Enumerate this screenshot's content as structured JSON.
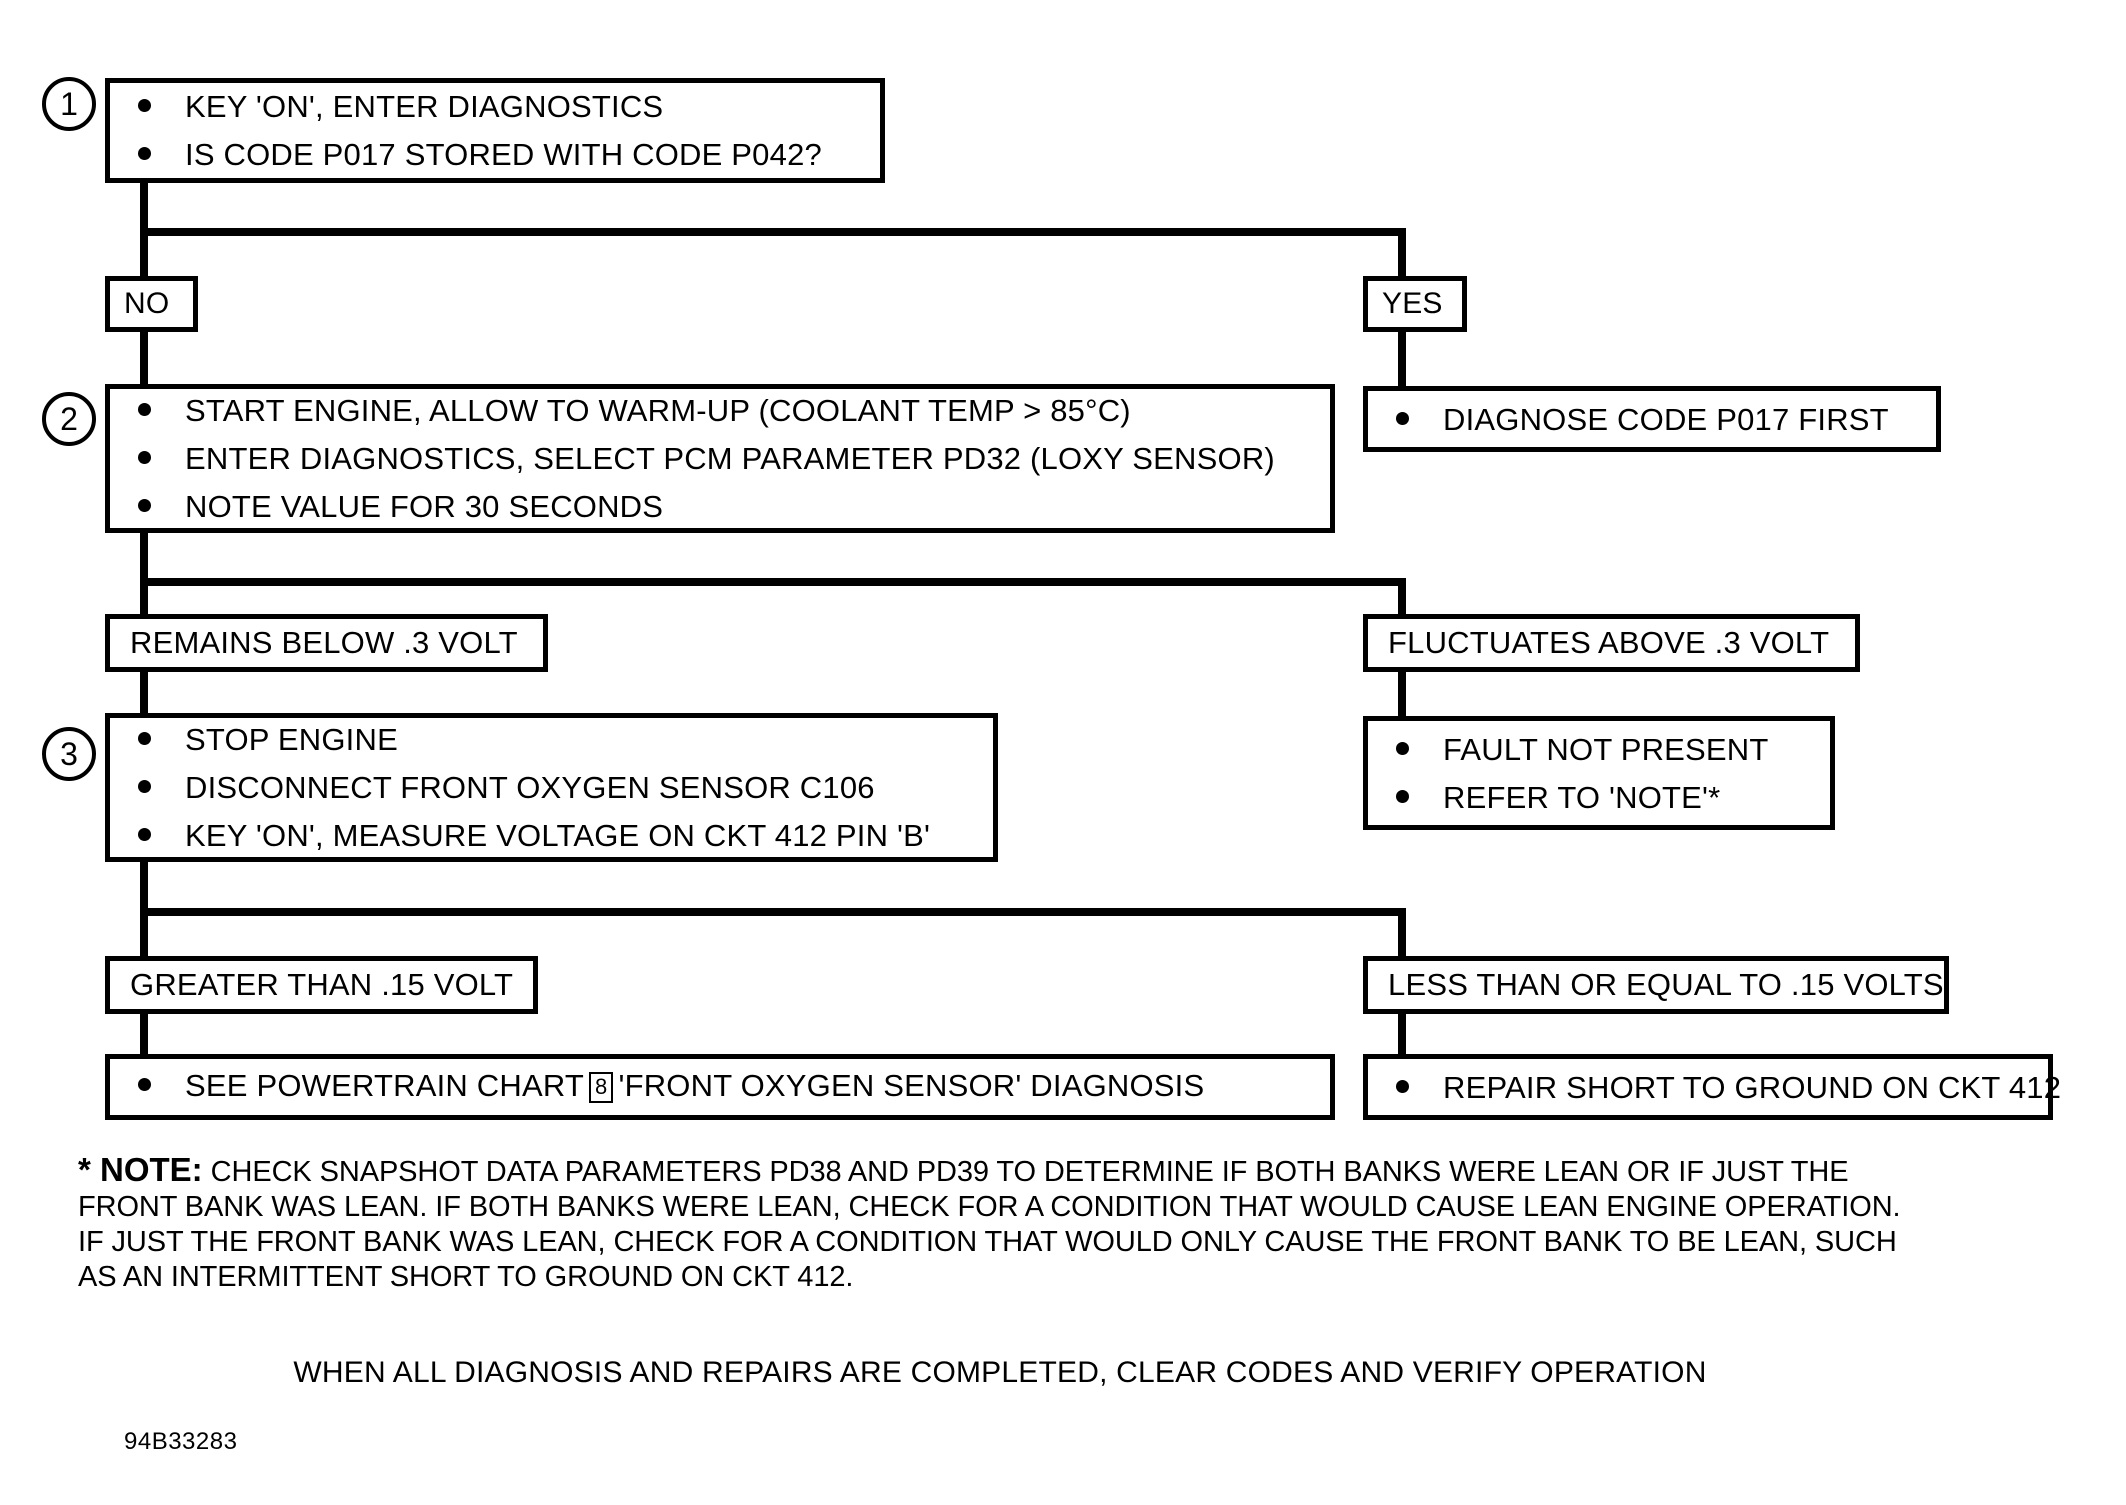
{
  "document": {
    "type": "automotive-diagnostic-flowchart",
    "doc_id": "94B33283",
    "closing_line": "WHEN ALL DIAGNOSIS AND REPAIRS ARE COMPLETED, CLEAR CODES AND VERIFY OPERATION"
  },
  "steps": {
    "one": {
      "number": "1",
      "bullets": [
        "KEY 'ON', ENTER DIAGNOSTICS",
        "IS CODE P017 STORED WITH CODE P042?"
      ]
    },
    "two": {
      "number": "2",
      "bullets": [
        "START ENGINE, ALLOW TO WARM-UP (COOLANT TEMP > 85°C)",
        "ENTER DIAGNOSTICS, SELECT PCM PARAMETER PD32 (LOXY SENSOR)",
        "NOTE VALUE FOR 30 SECONDS"
      ]
    },
    "three": {
      "number": "3",
      "bullets": [
        "STOP ENGINE",
        "DISCONNECT FRONT OXYGEN SENSOR C106",
        "KEY 'ON', MEASURE VOLTAGE ON CKT 412 PIN 'B'"
      ]
    }
  },
  "branches": {
    "no": "NO",
    "yes": "YES",
    "remains_below": "REMAINS BELOW .3 VOLT",
    "fluctuates_above": "FLUCTUATES ABOVE .3 VOLT",
    "greater_than": "GREATER THAN .15 VOLT",
    "less_than_equal": "LESS THAN OR EQUAL TO .15 VOLTS"
  },
  "outcomes": {
    "diagnose_first": "DIAGNOSE CODE P017 FIRST",
    "fault_not_present": "FAULT NOT  PRESENT",
    "refer_to_note": "REFER TO 'NOTE'*",
    "see_chart_pre": "SEE POWERTRAIN CHART",
    "see_chart_ref": "8",
    "see_chart_post": "'FRONT OXYGEN SENSOR' DIAGNOSIS",
    "repair_short": "REPAIR SHORT TO GROUND ON CKT 412"
  },
  "note": {
    "heading": "* NOTE:",
    "lines": [
      "CHECK SNAPSHOT DATA PARAMETERS PD38 AND PD39 TO DETERMINE IF BOTH BANKS WERE LEAN OR IF JUST THE",
      "FRONT BANK WAS LEAN. IF BOTH BANKS WERE LEAN, CHECK FOR A CONDITION THAT WOULD CAUSE LEAN ENGINE OPERATION.",
      "IF JUST THE FRONT BANK WAS LEAN, CHECK FOR A CONDITION THAT WOULD ONLY CAUSE THE FRONT BANK TO BE LEAN, SUCH",
      "AS AN INTERMITTENT SHORT TO GROUND ON CKT 412."
    ]
  },
  "colors": {
    "ink": "#000000",
    "paper": "#ffffff"
  }
}
